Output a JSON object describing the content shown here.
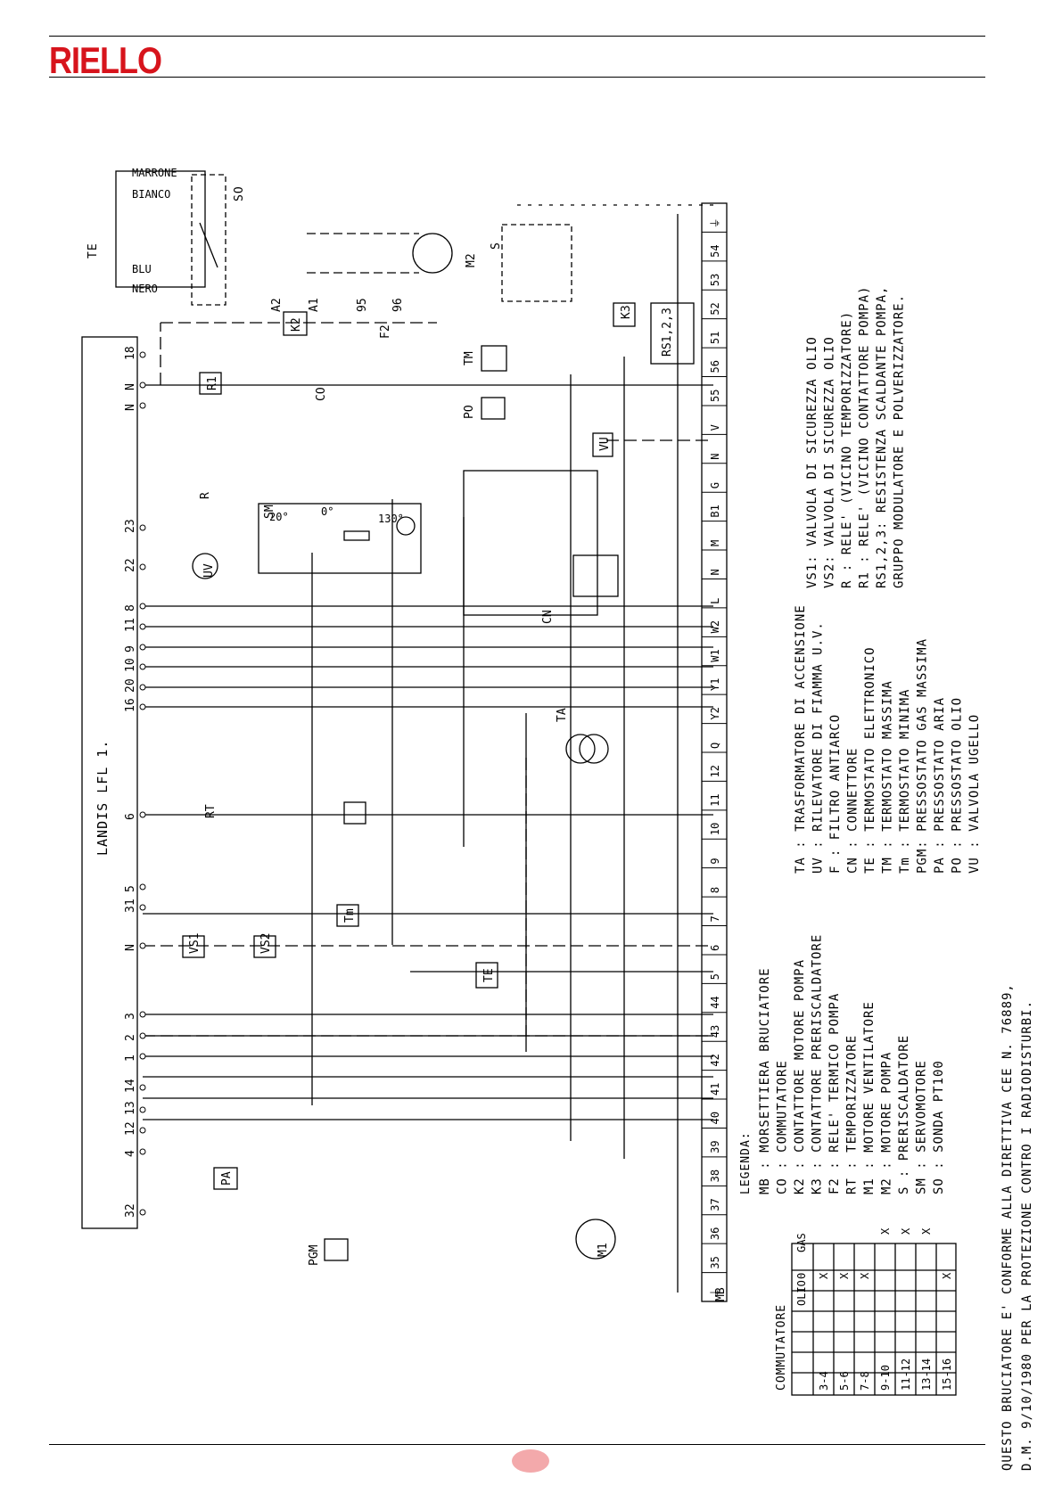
{
  "header": {
    "brand": "RIELLO"
  },
  "diagram": {
    "landis": "LANDIS LFL 1.",
    "landis_terminals": [
      "18",
      "N",
      "N",
      "23",
      "22",
      "8",
      "11",
      "9",
      "10",
      "20",
      "16",
      "6",
      "5",
      "31",
      "N",
      "3",
      "2",
      "1",
      "14",
      "13",
      "12",
      "4",
      "32"
    ],
    "terminal_strip": [
      "⏚",
      "54",
      "53",
      "52",
      "51",
      "56",
      "55",
      "V",
      "N",
      "G",
      "B1",
      "M",
      "N",
      "L",
      "W2",
      "W1",
      "Y1",
      "Y2",
      "Q",
      "12",
      "11",
      "10",
      "9",
      "8",
      "7",
      "6",
      "5",
      "44",
      "43",
      "42",
      "41",
      "40",
      "39",
      "38",
      "37",
      "36",
      "35",
      "⏚"
    ],
    "te_block": {
      "label": "TE",
      "so": "SO",
      "wires": [
        "MARRONE",
        "BIANCO",
        "BLU",
        "NERO"
      ]
    },
    "labels": [
      "K2",
      "A2",
      "A1",
      "F2",
      "95",
      "96",
      "M2",
      "S",
      "K3",
      "RS1,2,3",
      "TM",
      "PO",
      "VU",
      "CO",
      "R1",
      "R",
      "UV",
      "SM",
      "CN",
      "RT",
      "TA",
      "Tm",
      "TE",
      "VS1",
      "VS2",
      "PA",
      "PGM",
      "M1",
      "MB"
    ],
    "sm_angles": [
      "20°",
      "0°",
      "130°"
    ]
  },
  "legend": {
    "title": "LEGENDA:",
    "col1": [
      "MB : MORSETTIERA BRUCIATORE",
      "CO : COMMUTATORE",
      "K2 : CONTATTORE MOTORE POMPA",
      "K3 : CONTATTORE PRERISCALDATORE",
      "F2 : RELE' TERMICO POMPA",
      "RT : TEMPORIZZATORE",
      "M1 : MOTORE VENTILATORE",
      "M2 : MOTORE POMPA",
      "S  : PRERISCALDATORE",
      "SM : SERVOMOTORE",
      "SO : SONDA PT100"
    ],
    "col2": [
      "TA : TRASFORMATORE DI ACCENSIONE",
      "UV : RILEVATORE DI FIAMMA U.V.",
      "F  : FILTRO ANTIARCO",
      "CN : CONNETTORE",
      "TE : TERMOSTATO ELETTRONICO",
      "TM : TERMOSTATO MASSIMA",
      "Tm : TERMOSTATO MINIMA",
      "PGM: PRESSOSTATO GAS MASSIMA",
      "PA : PRESSOSTATO ARIA",
      "PO : PRESSOSTATO OLIO",
      "VU : VALVOLA UGELLO"
    ],
    "col3": [
      "VS1:  VALVOLA DI SICUREZZA OLIO",
      "VS2:  VALVOLA DI SICUREZZA OLIO",
      "R  :  RELE' (VICINO TEMPORIZZATORE)",
      "R1 :  RELE' (VICINO CONTATTORE POMPA)",
      "RS1,2,3: RESISTENZA SCALDANTE POMPA,",
      "GRUPPO MODULATORE E POLVERIZZATORE."
    ]
  },
  "note": {
    "line1": "QUESTO BRUCIATORE E' CONFORME ALLA  DIRETTIVA CEE N. 76889,",
    "line2": "D.M. 9/10/1980 PER LA PROTEZIONE CONTRO I RADIODISTURBI."
  },
  "commutatore": {
    "title": "COMMUTATORE",
    "header": [
      "OLIO",
      "0",
      "GAS"
    ],
    "rows": [
      {
        "c": "3-4",
        "o": "X",
        "z": "",
        "g": ""
      },
      {
        "c": "5-6",
        "o": "X",
        "z": "",
        "g": ""
      },
      {
        "c": "7-8",
        "o": "X",
        "z": "",
        "g": ""
      },
      {
        "c": "9-10",
        "o": "",
        "z": "",
        "g": "X"
      },
      {
        "c": "11-12",
        "o": "",
        "z": "",
        "g": "X"
      },
      {
        "c": "13-14",
        "o": "",
        "z": "",
        "g": "X"
      },
      {
        "c": "15-16",
        "o": "X",
        "z": "",
        "g": ""
      }
    ]
  }
}
